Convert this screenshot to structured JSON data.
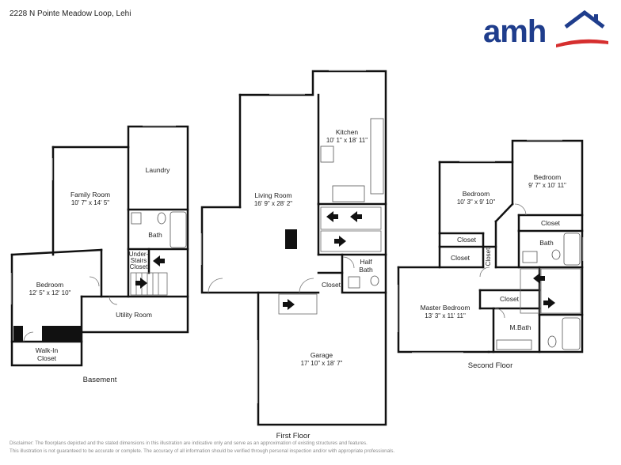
{
  "header": {
    "address": "2228 N Pointe Meadow Loop, Lehi",
    "brand": "amh"
  },
  "floors": {
    "basement": {
      "label": "Basement",
      "rooms": {
        "family_room": {
          "name": "Family Room",
          "dims": "10' 7\" x 14' 5\""
        },
        "laundry": {
          "name": "Laundry"
        },
        "bath": {
          "name": "Bath"
        },
        "under_stairs_closet": {
          "lines": [
            "Under-",
            "Stairs",
            "Closet"
          ]
        },
        "bedroom": {
          "name": "Bedroom",
          "dims": "12' 5\" x 12' 10\""
        },
        "utility_room": {
          "name": "Utility Room"
        },
        "walk_in_closet": {
          "lines": [
            "Walk-In",
            "Closet"
          ]
        }
      }
    },
    "first": {
      "label": "First Floor",
      "rooms": {
        "kitchen": {
          "name": "Kitchen",
          "dims": "10' 1\" x 18' 11\""
        },
        "living_room": {
          "name": "Living Room",
          "dims": "16' 9\" x 28' 2\""
        },
        "half_bath": {
          "lines": [
            "Half",
            "Bath"
          ]
        },
        "closet": {
          "name": "Closet"
        },
        "garage": {
          "name": "Garage",
          "dims": "17' 10\" x 18' 7\""
        }
      }
    },
    "second": {
      "label": "Second Floor",
      "rooms": {
        "bedroom_a": {
          "name": "Bedroom",
          "dims": "10' 3\" x 9' 10\""
        },
        "bedroom_b": {
          "name": "Bedroom",
          "dims": "9' 7\" x 10' 11\""
        },
        "closet_a": {
          "name": "Closet"
        },
        "closet_b": {
          "name": "Closet"
        },
        "closet_c": {
          "name": "Closet"
        },
        "closet_d": {
          "name": "Closet"
        },
        "closet_e": {
          "name": "Closet"
        },
        "bath": {
          "name": "Bath"
        },
        "master_bedroom": {
          "name": "Master Bedroom",
          "dims": "13' 3\" x 11' 11\""
        },
        "m_bath": {
          "name": "M.Bath"
        }
      }
    }
  },
  "disclaimer": [
    "Disclaimer: The floorplans depicted and the stated dimensions in this illustration are indicative only and serve as an approximation of existing structures and features.",
    "This illustration is not guaranteed to be accurate or complete. The accuracy of all information should be verified through personal inspection and/or with appropriate professionals."
  ],
  "colors": {
    "brand_blue": "#1f3d8c",
    "brand_red": "#d62f2f",
    "wall": "#111111"
  }
}
